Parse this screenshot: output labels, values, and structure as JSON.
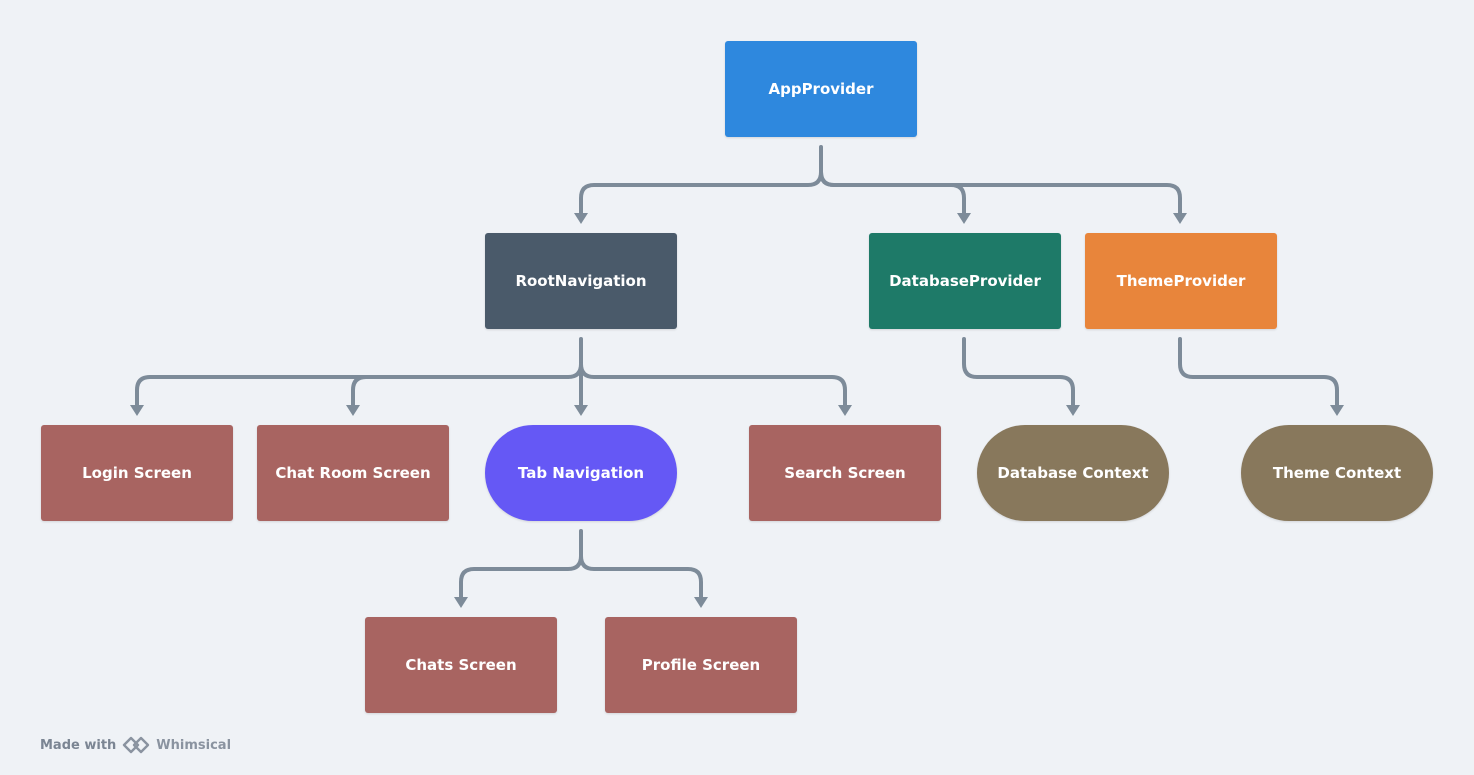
{
  "diagram": {
    "nodes": {
      "app_provider": {
        "label": "AppProvider",
        "color": "#2e88de"
      },
      "root_navigation": {
        "label": "RootNavigation",
        "color": "#4a5a6a"
      },
      "database_provider": {
        "label": "DatabaseProvider",
        "color": "#1e7a68"
      },
      "theme_provider": {
        "label": "ThemeProvider",
        "color": "#e8853b"
      },
      "login_screen": {
        "label": "Login Screen",
        "color": "#a86461"
      },
      "chat_room_screen": {
        "label": "Chat Room Screen",
        "color": "#a86461"
      },
      "tab_navigation": {
        "label": "Tab Navigation",
        "color": "#6558f5"
      },
      "search_screen": {
        "label": "Search Screen",
        "color": "#a86461"
      },
      "database_context": {
        "label": "Database Context",
        "color": "#88785c"
      },
      "theme_context": {
        "label": "Theme Context",
        "color": "#88785c"
      },
      "chats_screen": {
        "label": "Chats Screen",
        "color": "#a86461"
      },
      "profile_screen": {
        "label": "Profile Screen",
        "color": "#a86461"
      }
    },
    "edges": [
      {
        "from": "AppProvider",
        "to": "RootNavigation"
      },
      {
        "from": "AppProvider",
        "to": "DatabaseProvider"
      },
      {
        "from": "AppProvider",
        "to": "ThemeProvider"
      },
      {
        "from": "RootNavigation",
        "to": "Login Screen"
      },
      {
        "from": "RootNavigation",
        "to": "Chat Room Screen"
      },
      {
        "from": "RootNavigation",
        "to": "Tab Navigation"
      },
      {
        "from": "RootNavigation",
        "to": "Search Screen"
      },
      {
        "from": "DatabaseProvider",
        "to": "Database Context"
      },
      {
        "from": "ThemeProvider",
        "to": "Theme Context"
      },
      {
        "from": "Tab Navigation",
        "to": "Chats Screen"
      },
      {
        "from": "Tab Navigation",
        "to": "Profile Screen"
      }
    ],
    "connector_color": "#7d8b99"
  },
  "watermark": {
    "prefix": "Made with",
    "brand": "Whimsical",
    "logo_icon": "whimsical-logo-icon"
  }
}
